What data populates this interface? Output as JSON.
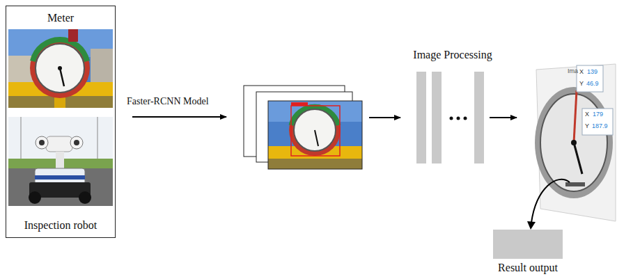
{
  "diagram": {
    "nodes": [
      {
        "text": [
          "Meter",
          "Inspection robot"
        ]
      },
      {
        "text": [
          "Image Processing"
        ]
      },
      {
        "text": [
          "Result output"
        ]
      }
    ],
    "labels": [
      "Faster-RCNN Model",
      "Ima",
      "X",
      "139",
      "Y",
      "46.9",
      "X",
      "179",
      "Y",
      "187.9"
    ]
  }
}
